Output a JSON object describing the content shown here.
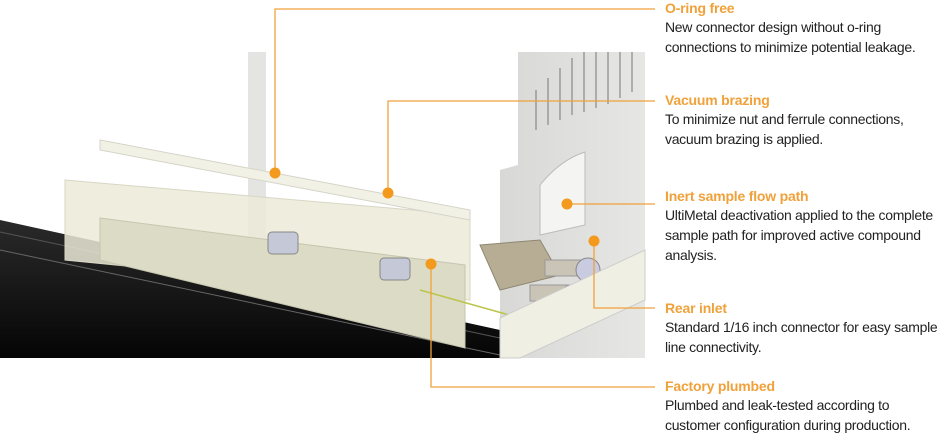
{
  "colors": {
    "accent": "#f0a13a",
    "text": "#222222"
  },
  "callouts": [
    {
      "title": "O-ring free",
      "body": "New connector design without o-ring connections to minimize potential leakage."
    },
    {
      "title": "Vacuum brazing",
      "body": "To minimize nut and ferrule connections, vacuum brazing is applied."
    },
    {
      "title": "Inert sample flow path",
      "body": "UltiMetal deactivation applied to the complete sample path for improved active compound analysis."
    },
    {
      "title": "Rear inlet",
      "body": "Standard 1/16 inch connector for easy sample line connectivity."
    },
    {
      "title": "Factory plumbed",
      "body": "Plumbed and leak-tested according to customer configuration during production."
    }
  ]
}
